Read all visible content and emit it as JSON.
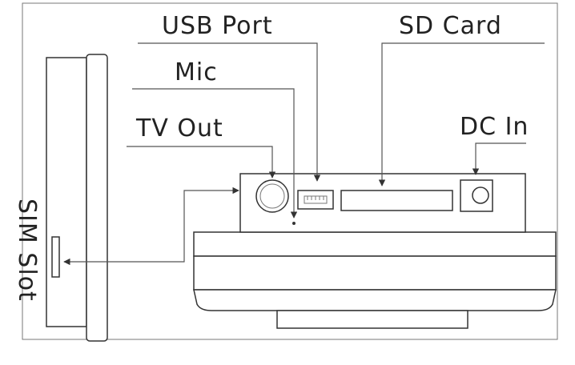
{
  "labels": {
    "usb_port": "USB Port",
    "sd_card": "SD Card",
    "mic": "Mic",
    "tv_out": "TV Out",
    "dc_in": "DC In",
    "sim_slot": "SIM Slot"
  },
  "colors": {
    "line": "#555555",
    "text": "#222222",
    "background": "#ffffff"
  }
}
